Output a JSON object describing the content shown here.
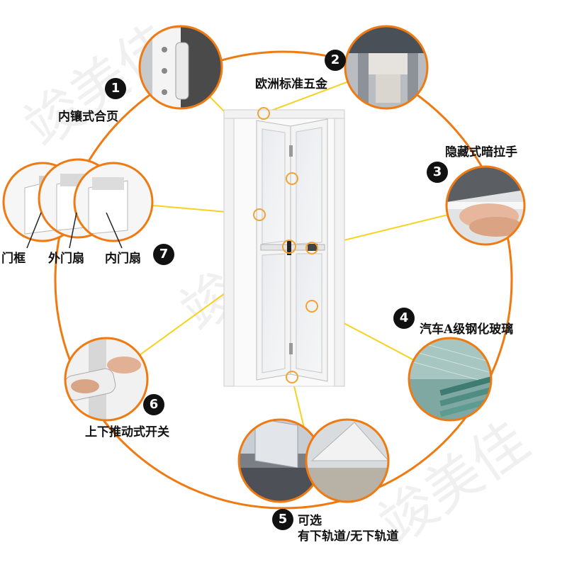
{
  "colors": {
    "ring": "#f07a12",
    "connector": "#f6d21f",
    "marker": "#f1a431",
    "badge_bg": "#111111",
    "frame": "#f3f3f3",
    "glass": "#eceff1"
  },
  "watermark": "竣美佳",
  "features": [
    {
      "number": "1",
      "label": "内镶式合页"
    },
    {
      "number": "2",
      "label": "欧洲标准五金"
    },
    {
      "number": "3",
      "label": "隐藏式暗拉手"
    },
    {
      "number": "4",
      "label": "汽车A级钢化玻璃"
    },
    {
      "number": "5",
      "label_line1": "可选",
      "label_line2": "有下轨道/无下轨道"
    },
    {
      "number": "6",
      "label": "上下推动式开关"
    },
    {
      "number": "7",
      "parts": [
        "门框",
        "外门扇",
        "内门扇"
      ]
    }
  ]
}
